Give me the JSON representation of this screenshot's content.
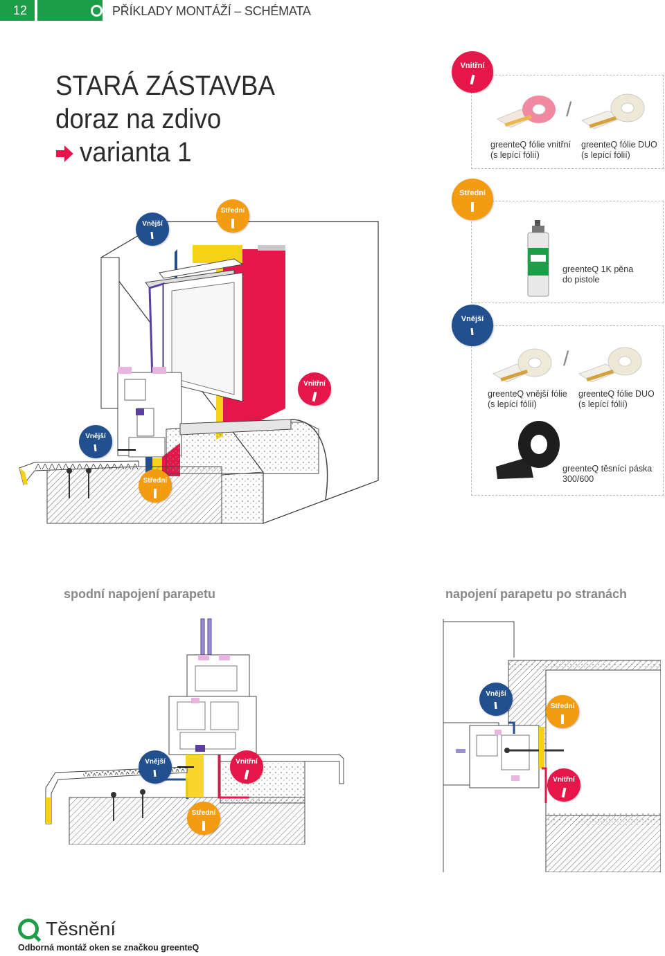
{
  "header": {
    "page_number": "12",
    "title": "PŘÍKLADY MONTÁŽÍ – SCHÉMATA"
  },
  "main_title": {
    "line1": "STARÁ ZÁSTAVBA",
    "line2": "doraz na zdivo",
    "line3": "varianta 1"
  },
  "badges": {
    "inner": "Vnitřní",
    "middle": "Střední",
    "outer": "Vnější"
  },
  "products": {
    "inner_foil": "greenteQ fólie vnitřní\n(s lepící fólií)",
    "duo_foil_1": "greenteQ fólie DUO\n(s lepící fólií)",
    "foam": "greenteQ 1K pěna\ndo pistole",
    "outer_foil": "greenteQ vnější fólie\n(s lepící fólií)",
    "duo_foil_2": "greenteQ fólie DUO\n(s lepící fólií)",
    "tape": "greenteQ těsnící páska\n300/600",
    "slash": "/"
  },
  "subtitles": {
    "bottom_left": "spodní napojení parapetu",
    "bottom_right": "napojení parapetu po stranách"
  },
  "footer": {
    "brand": "Těsnění",
    "tagline": "Odborná montáž oken se značkou greenteQ"
  },
  "colors": {
    "brand_green": "#1c9e49",
    "inner_red": "#e5174a",
    "middle_orange": "#f39c12",
    "middle_yellow": "#f7d117",
    "outer_blue": "#22508f",
    "frame_purple": "#5a3fa0"
  }
}
